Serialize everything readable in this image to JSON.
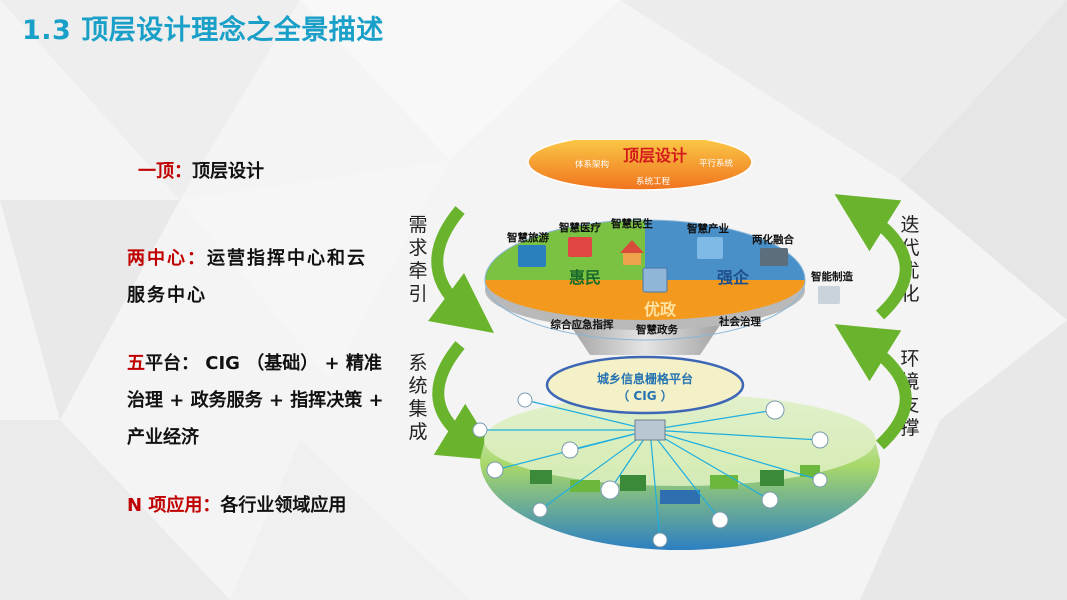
{
  "title": "1.3 顶层设计理念之全景描述",
  "left": {
    "top_prefix": "一顶：",
    "top_text": "顶层设计",
    "centers_prefix": "两中心：",
    "centers_text": "运营指挥中心和云服务中心",
    "platforms_prefix": "五",
    "platforms_text": "平台： CIG （基础） + 精准治理 + 政务服务 + 指挥决策 + 产业经济",
    "apps_prefix": "N 项应用：",
    "apps_text": "各行业领域应用"
  },
  "side": {
    "demand": [
      "需",
      "求",
      "牵",
      "引"
    ],
    "iterate": [
      "迭",
      "代",
      "优",
      "化"
    ],
    "integrate": [
      "系",
      "统",
      "集",
      "成"
    ],
    "support": [
      "环",
      "境",
      "支",
      "撑"
    ]
  },
  "top_layer": {
    "title": "顶层设计",
    "left": "体系架构",
    "right": "平行系统",
    "bottom": "系统工程"
  },
  "middle_layer": {
    "huimin": "惠民",
    "qiangqi": "强企",
    "youzheng": "优政",
    "labels": [
      "智慧旅游",
      "智慧医疗",
      "智慧民生",
      "智慧产业",
      "两化融合",
      "智能制造",
      "综合应急指挥",
      "智慧政务",
      "社会治理"
    ]
  },
  "platform": {
    "line1": "城乡信息栅格平台",
    "line2": "（ CIG ）"
  },
  "colors": {
    "title": "#1aa0c8",
    "accent_red": "#c00000",
    "arrow_green": "#6ab42d",
    "huimin_green": "#7cc242",
    "qiangqi_blue": "#4a90c8",
    "youzheng_orange": "#f39a1e"
  }
}
